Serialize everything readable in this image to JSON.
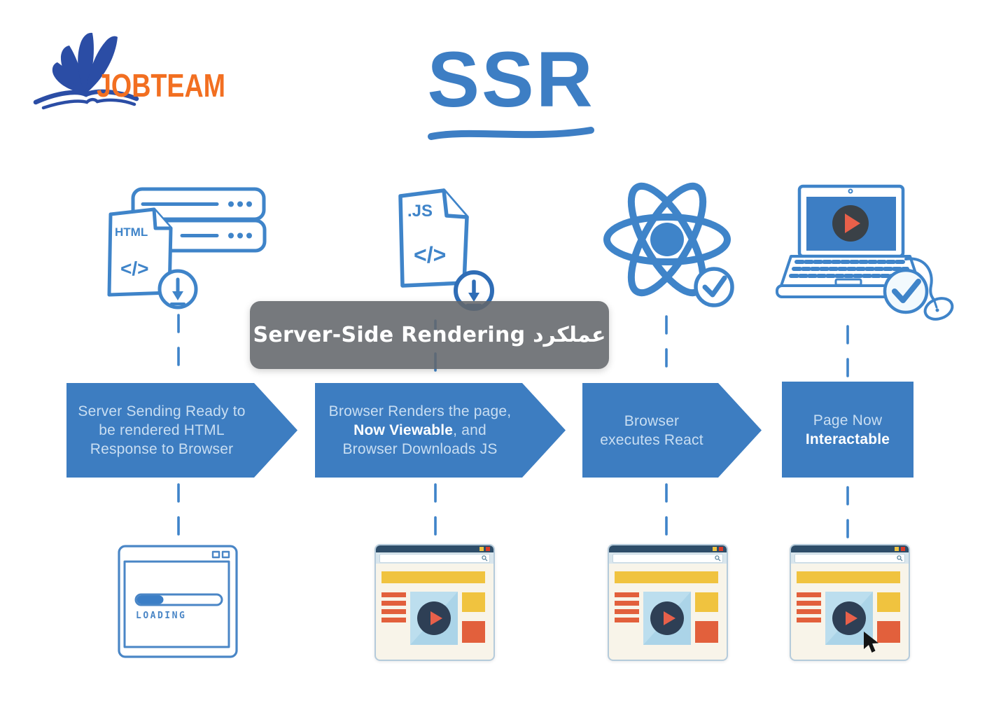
{
  "page": {
    "background": "#ffffff",
    "accent_blue": "#3d7dc1",
    "sketch_blue": "#3f84c9"
  },
  "logo": {
    "text": "JOBTEAM",
    "text_color": "#f26f21",
    "mark_color": "#2b4da5",
    "mark": "leaves-open-book-logo"
  },
  "title": {
    "text": "SSR",
    "color": "#3d7ec4",
    "underline": "hand-drawn-swoosh"
  },
  "tooltip": {
    "text": "Server-Side Rendering عملکرد",
    "bg": "#63676b",
    "text_color": "#ffffff"
  },
  "columns": [
    {
      "icon": "html-file-server-download-icon",
      "icon_labels": {
        "file_type": "HTML",
        "code": "</>"
      },
      "step": {
        "shape": "arrow",
        "pre": "Server Sending Ready to be rendered HTML Response to Browser",
        "bold": "",
        "post": ""
      },
      "browser": {
        "type": "sketch-loading",
        "loading_label": "LOADING",
        "progress_percent": 32
      }
    },
    {
      "icon": "js-file-download-icon",
      "icon_labels": {
        "file_type": ".JS",
        "code": "</>"
      },
      "step": {
        "shape": "arrow",
        "pre": "Browser Renders the page, ",
        "bold": "Now Viewable",
        "post": ", and Browser Downloads JS"
      },
      "browser": {
        "type": "rendered-page"
      }
    },
    {
      "icon": "react-logo-check-icon",
      "step": {
        "shape": "arrow",
        "pre": "Browser executes React",
        "bold": "",
        "post": ""
      },
      "browser": {
        "type": "rendered-page"
      }
    },
    {
      "icon": "laptop-play-check-mouse-icon",
      "step": {
        "shape": "rect",
        "pre": "Page Now ",
        "bold": "Interactable",
        "post": ""
      },
      "browser": {
        "type": "rendered-page-cursor"
      }
    }
  ],
  "browser_palette": {
    "titlebar": "#2e4d69",
    "square_yellow": "#f0c33f",
    "square_red": "#da3b27",
    "addressbar": "#d9e6ed",
    "window_bg": "#f8f4e9",
    "banner_yellow": "#f0c33f",
    "bar_orange": "#e2603c",
    "video_bg": "#abd4e8",
    "play_circle": "#2e3f55",
    "play_triangle": "#e8604a"
  }
}
